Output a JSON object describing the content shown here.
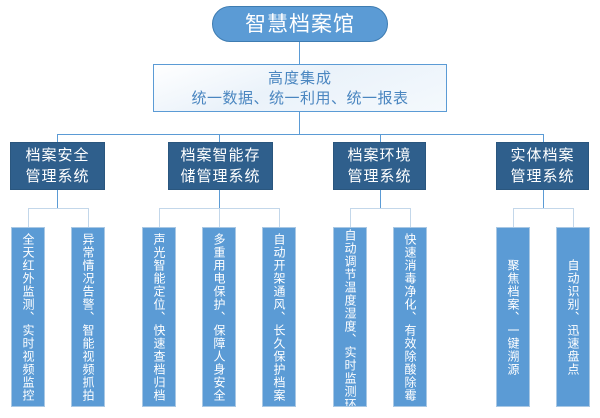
{
  "diagram": {
    "root": {
      "label": "智慧档案馆"
    },
    "integration": {
      "line1": "高度集成",
      "line2": "统一数据、统一利用、统一报表"
    },
    "groups": [
      {
        "name": "archive-security-management-system",
        "line1": "档案安全",
        "line2": "管理系统",
        "leaves": [
          {
            "name": "leaf-infrared-monitoring",
            "text": "全天红外监测、实时视频监控"
          },
          {
            "name": "leaf-abnormal-alarm",
            "text": "异常情况告警、智能视频抓拍"
          }
        ]
      },
      {
        "name": "archive-smart-storage-management-system",
        "line1": "档案智能存",
        "line2": "储管理系统",
        "leaves": [
          {
            "name": "leaf-sound-light-positioning",
            "text": "声光智能定位、快速查档归档"
          },
          {
            "name": "leaf-power-protection",
            "text": "多重用电保护、保障人身安全"
          },
          {
            "name": "leaf-auto-shelf-ventilation",
            "text": "自动开架通风、长久保护档案"
          }
        ]
      },
      {
        "name": "archive-environment-management-system",
        "line1": "档案环境",
        "line2": "管理系统",
        "leaves": [
          {
            "name": "leaf-temperature-humidity",
            "text": "自动调节温度湿度、实时监测环境数据"
          },
          {
            "name": "leaf-disinfection-purification",
            "text": "快速消毒净化、有效除酸除霉"
          }
        ]
      },
      {
        "name": "physical-archive-management-system",
        "line1": "实体档案",
        "line2": "管理系统",
        "leaves": [
          {
            "name": "leaf-focus-archive-tracing",
            "text": "聚焦档案、一键溯源"
          },
          {
            "name": "leaf-auto-recognition-inventory",
            "text": "自动识别、迅速盘点"
          }
        ]
      }
    ],
    "colors": {
      "root_fill": "#5B9BD5",
      "group_fill": "#2F5F8C",
      "leaf_fill": "#5B9BD5",
      "connector": "#5B9BD5",
      "connector_soft": "#C3D7EA",
      "integration_text": "#4A86C0",
      "background": "#FFFFFF"
    }
  }
}
